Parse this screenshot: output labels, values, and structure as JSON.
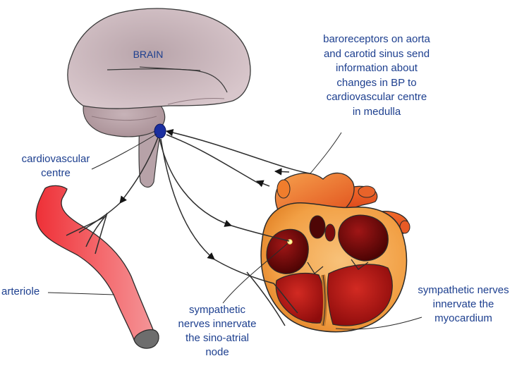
{
  "labels": {
    "brain": "BRAIN",
    "baroreceptors": "baroreceptors on aorta\nand carotid sinus send\ninformation about\nchanges in BP to\ncardiovascular centre\nin medulla",
    "cardiovascular_centre": "cardiovascular\ncentre",
    "arteriole": "arteriole",
    "sino_atrial": "sympathetic\nnerves innervate\nthe sino-atrial\nnode",
    "myocardium": "sympathetic nerves\ninnervate the\nmyocardium"
  },
  "colors": {
    "label_text": "#1d3f8f",
    "brain": "#c9b4b9",
    "cerebellum": "#b29aa1",
    "cardiovascular_centre": "#1b2fa0",
    "arteriole": "#f03e44",
    "heart_outer": "#f0a04a",
    "heart_chamber": "#a81414",
    "nerve": "#303030"
  }
}
